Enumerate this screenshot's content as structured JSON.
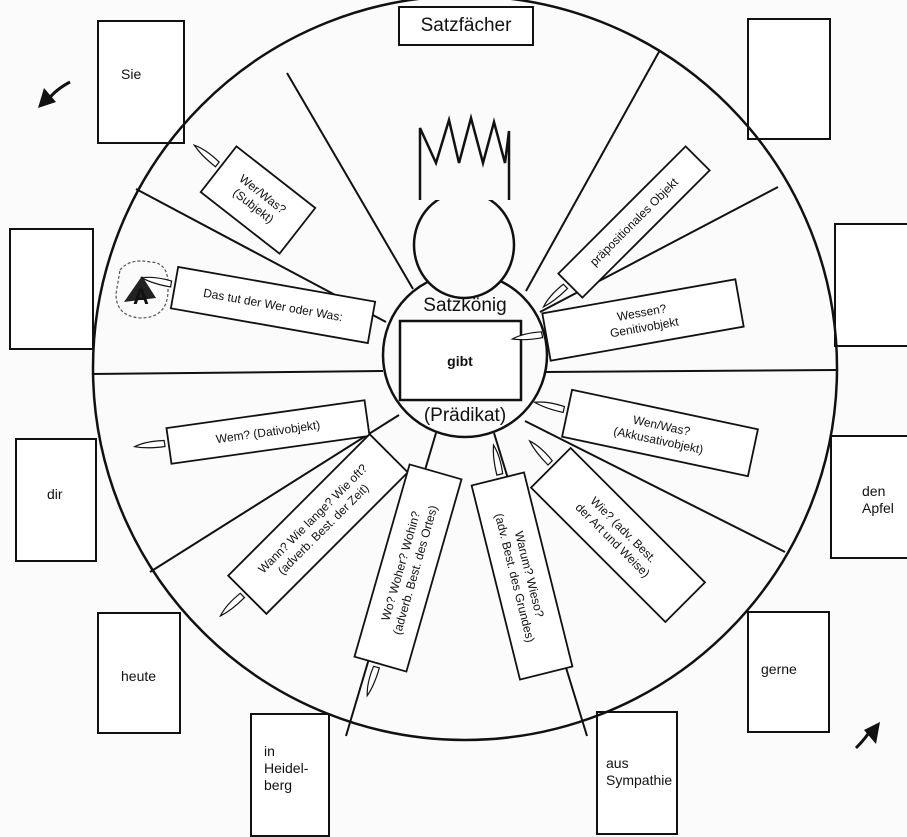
{
  "title": "Satzfächer",
  "king": {
    "name": "Satzkönig",
    "verb": "gibt",
    "role": "(Prädikat)"
  },
  "wedges": [
    {
      "id": "subjekt",
      "lines": [
        "Wer/Was?",
        "(Subjekt)"
      ]
    },
    {
      "id": "praep",
      "lines": [
        "präpositionales Objekt"
      ]
    },
    {
      "id": "hint",
      "lines": [
        "Das tut der Wer oder Was:"
      ]
    },
    {
      "id": "genitiv",
      "lines": [
        "Wessen?",
        "Genitivobjekt"
      ]
    },
    {
      "id": "dativ",
      "lines": [
        "Wem? (Dativobjekt)"
      ]
    },
    {
      "id": "akkusativ",
      "lines": [
        "Wen/Was?",
        "(Akkusativobjekt)"
      ]
    },
    {
      "id": "zeit",
      "lines": [
        "Wann? Wie lange? Wie oft?",
        "(adverb. Best. der Zeit)"
      ]
    },
    {
      "id": "ort",
      "lines": [
        "Wo? Woher? Wohin?",
        "(adverb. Best. des Ortes)"
      ]
    },
    {
      "id": "grund",
      "lines": [
        "Warum? Wieso?",
        "(adv. Best. des Grundes)"
      ]
    },
    {
      "id": "artweise",
      "lines": [
        "Wie? (adv. Best.",
        "der Art und Weise)"
      ]
    }
  ],
  "cards": {
    "subjekt": "Sie",
    "praep": "",
    "hint": "",
    "genitiv": "",
    "dativ": "dir",
    "akkusativ": "den\nApfel",
    "zeit": "heute",
    "ort": "in\nHeidel-\nberg",
    "grund": "aus\nSympathie",
    "artweise": "gerne"
  },
  "hint_icon_letter": "A",
  "arrows": {
    "left": "rotate-left-arrow",
    "right": "rotate-right-arrow"
  }
}
